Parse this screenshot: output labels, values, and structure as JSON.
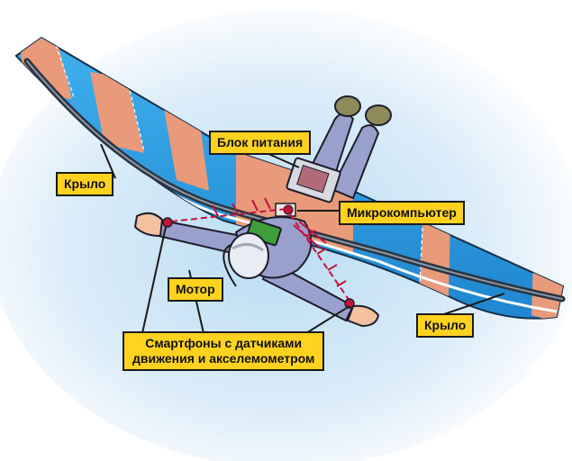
{
  "labels": {
    "wing_left": "Крыло",
    "wing_right": "Крыло",
    "power_unit": "Блок питания",
    "microcomputer": "Микрокомпьютер",
    "motor": "Мотор",
    "smartphones_line1": "Смартфоны с датчиками",
    "smartphones_line2": "движения и акселемометром"
  },
  "colors": {
    "wing_blue": "#2e9fe4",
    "wing_stripe": "#e89a7a",
    "label_fill": "#ffd21f",
    "suit": "#9aa0cc",
    "sensor_line": "#c4123a",
    "background_glow": "#b9dcf3"
  },
  "icons": [
    "helmet-icon",
    "power-unit-icon",
    "microcomputer-icon",
    "motor-icon",
    "sensor-dot-icon"
  ]
}
